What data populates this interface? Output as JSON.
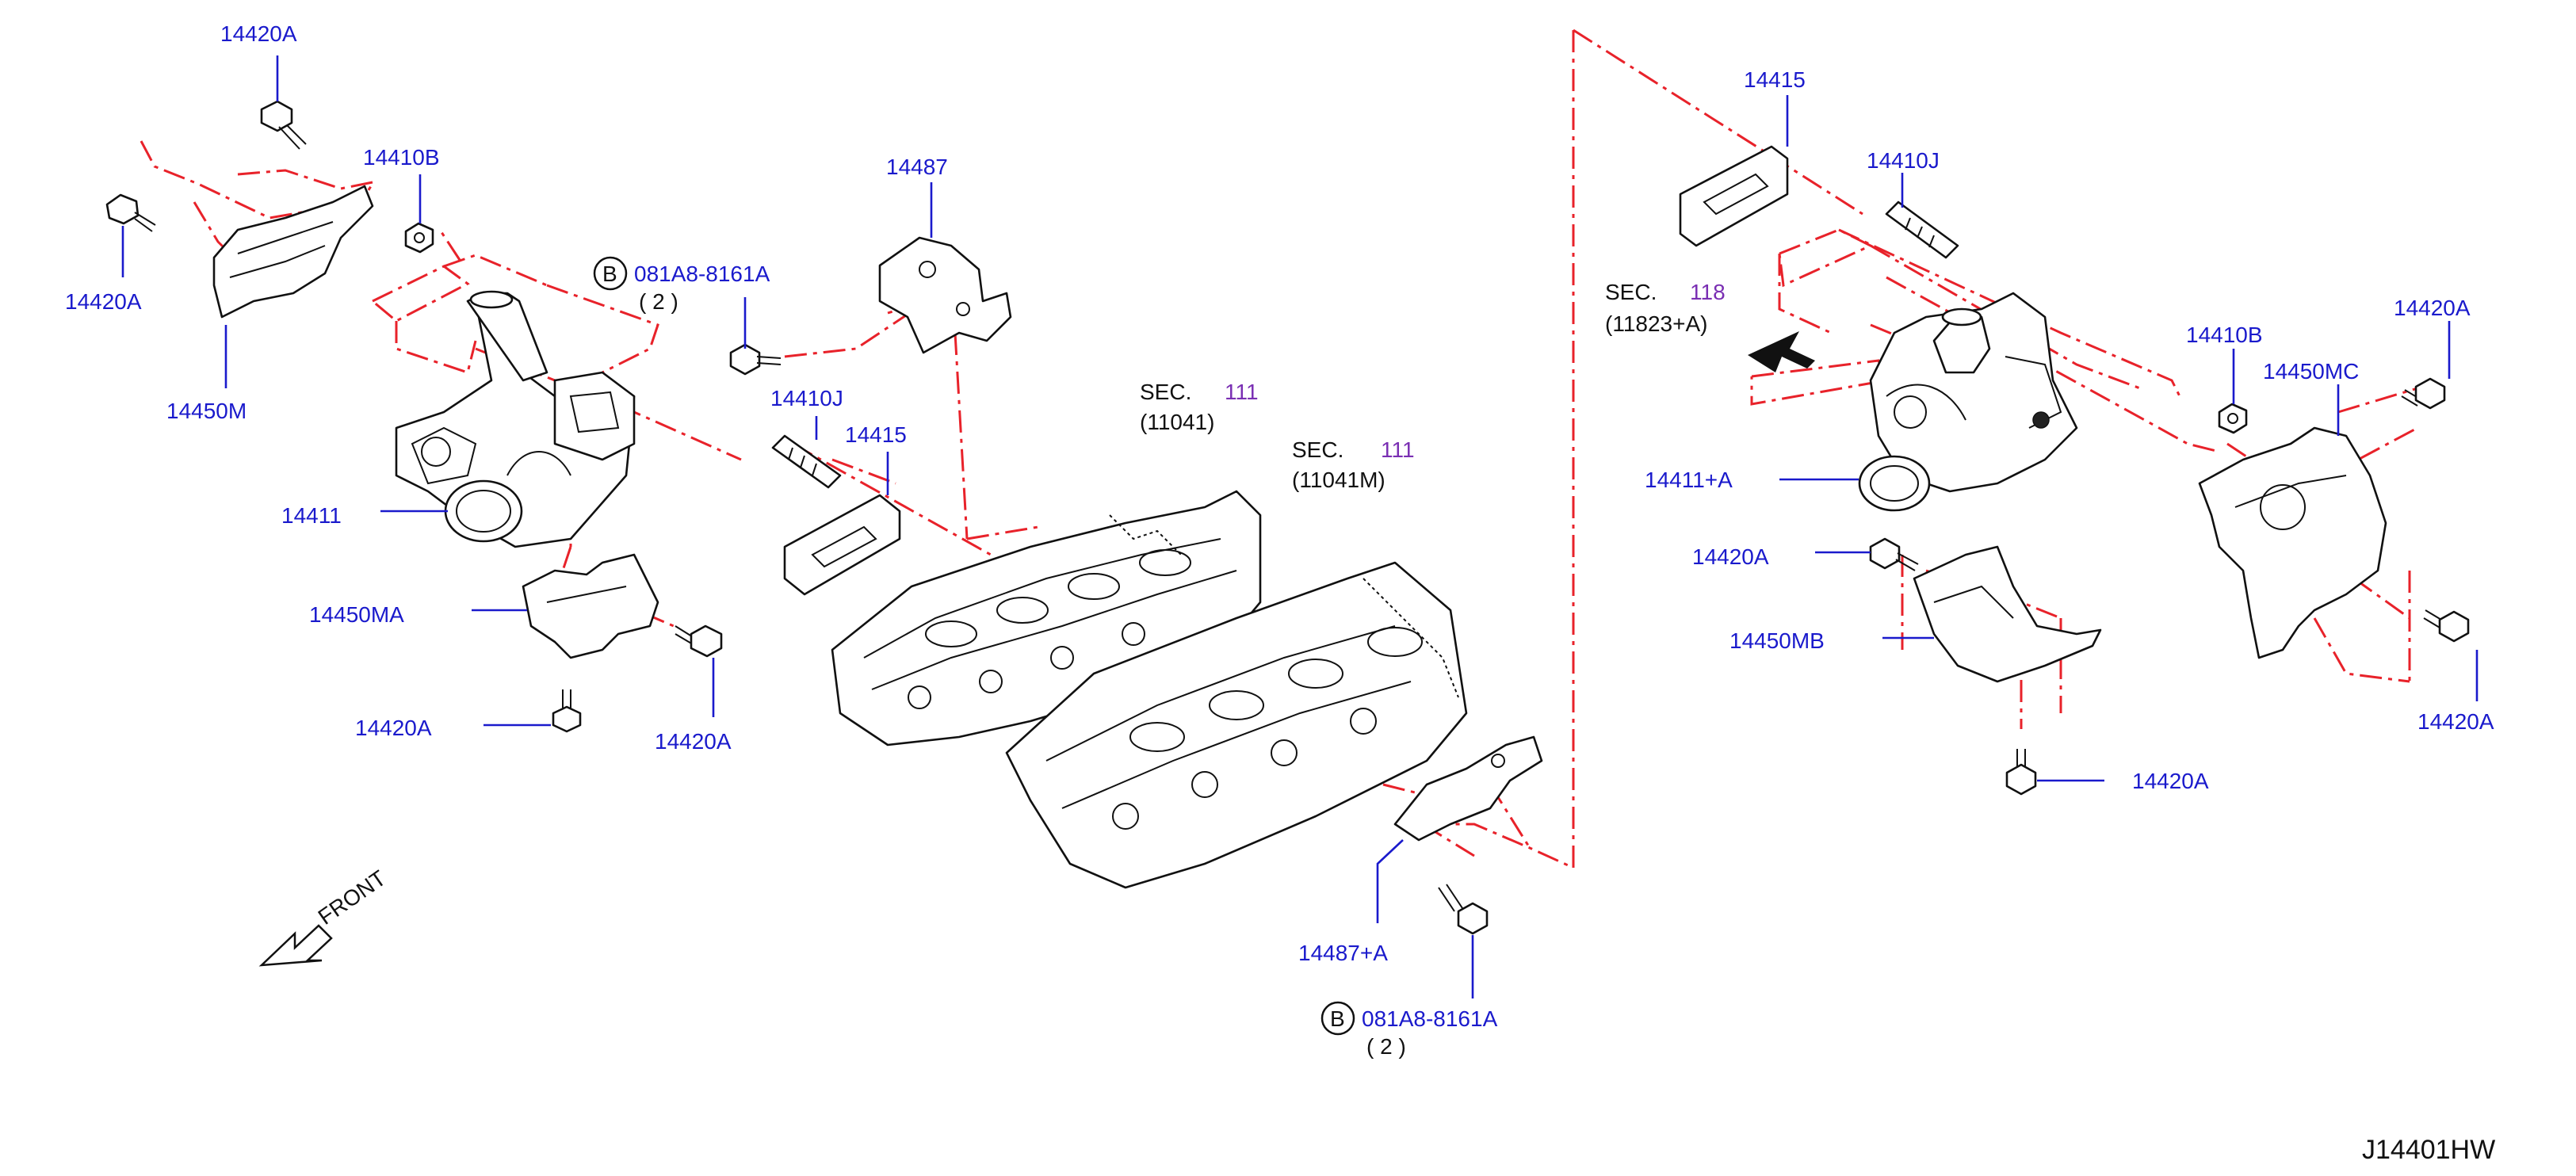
{
  "diagram_id": "J14401HW",
  "front_label": "FRONT",
  "colors": {
    "label": "#1a1acc",
    "dash": "#e8222a",
    "sec_number": "#7a2fb3",
    "ink": "#111111"
  },
  "labels": {
    "p14420a_top": "14420A",
    "p14410b_left": "14410B",
    "p14420a_left": "14420A",
    "p14450m": "14450M",
    "p14411": "14411",
    "p14450ma": "14450MA",
    "p14420a_bottom_left": "14420A",
    "p14420a_mid_left": "14420A",
    "p14487": "14487",
    "b_bolt_top_code": "081A8-8161A",
    "b_bolt_top_qty": "( 2 )",
    "p14410j_left": "14410J",
    "p14415_left": "14415",
    "p14415_right": "14415",
    "p14410j_right": "14410J",
    "p14410b_right": "14410B",
    "p14420a_right_top": "14420A",
    "p14450mc": "14450MC",
    "p14411a": "14411+A",
    "p14420a_right_mid": "14420A",
    "p14450mb": "14450MB",
    "p14420a_right_bottom": "14420A",
    "p14420a_right_low": "14420A",
    "p14487a": "14487+A",
    "b_bolt_bottom_code": "081A8-8161A",
    "b_bolt_bottom_qty": "( 2 )",
    "b_marker": "B"
  },
  "sections": [
    {
      "prefix": "SEC.",
      "number": "111",
      "ref": "(11041)"
    },
    {
      "prefix": "SEC.",
      "number": "111",
      "ref": "(11041M)"
    },
    {
      "prefix": "SEC.",
      "number": "118",
      "ref": "(11823+A)"
    }
  ]
}
